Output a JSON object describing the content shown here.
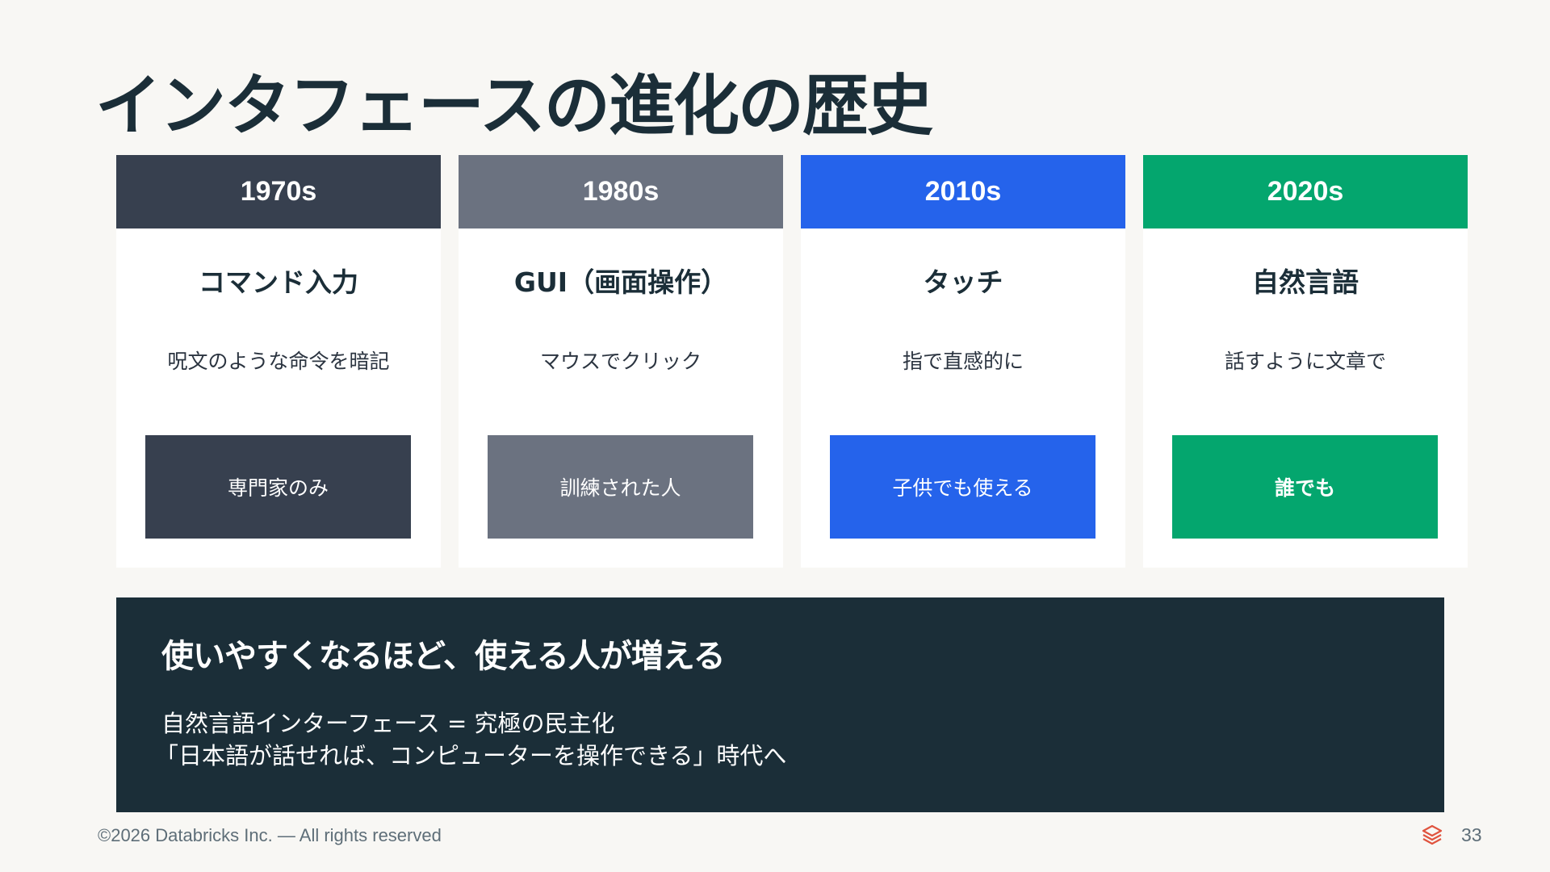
{
  "slide": {
    "title": "インタフェースの進化の歴史",
    "eras": [
      {
        "year": "1970s",
        "name": "コマンド入力",
        "description": "呪文のような命令を暗記",
        "audience": "専門家のみ",
        "color": "#37404f"
      },
      {
        "year": "1980s",
        "name": "GUI（画面操作）",
        "description": "マウスでクリック",
        "audience": "訓練された人",
        "color": "#6b7280"
      },
      {
        "year": "2010s",
        "name": "タッチ",
        "description": "指で直感的に",
        "audience": "子供でも使える",
        "color": "#2563eb"
      },
      {
        "year": "2020s",
        "name": "自然言語",
        "description": "話すように文章で",
        "audience": "誰でも",
        "color": "#04a66e"
      }
    ],
    "summary": {
      "heading": "使いやすくなるほど、使える人が増える",
      "line1": "自然言語インターフェース = 究極の民主化",
      "line2": "「日本語が話せれば、コンピューターを操作できる」時代へ"
    },
    "footer": {
      "copyright": "©2026 Databricks Inc. — All rights reserved",
      "logo_icon": "databricks-logo-icon",
      "page_number": "33"
    }
  }
}
